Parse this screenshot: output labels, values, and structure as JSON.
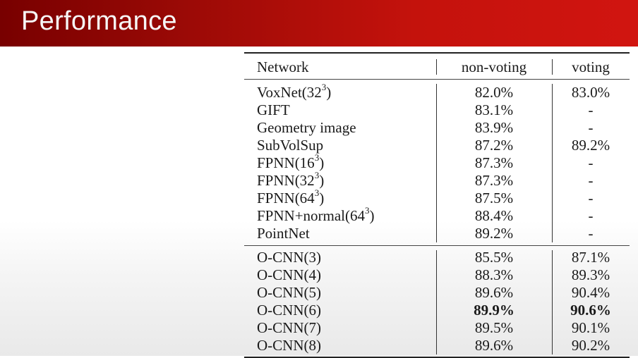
{
  "slide": {
    "title": "Performance"
  },
  "table": {
    "headers": {
      "network": "Network",
      "non_voting": "non-voting",
      "voting": "voting"
    },
    "group1": [
      {
        "network": "VoxNet(32",
        "sup": "3",
        "tail": ")",
        "non_voting": "82.0%",
        "voting": "83.0%"
      },
      {
        "network": "GIFT",
        "non_voting": "83.1%",
        "voting": "-"
      },
      {
        "network": "Geometry image",
        "non_voting": "83.9%",
        "voting": "-"
      },
      {
        "network": "SubVolSup",
        "non_voting": "87.2%",
        "voting": "89.2%"
      },
      {
        "network": "FPNN(16",
        "sup": "3",
        "tail": ")",
        "non_voting": "87.3%",
        "voting": "-"
      },
      {
        "network": "FPNN(32",
        "sup": "3",
        "tail": ")",
        "non_voting": "87.3%",
        "voting": "-"
      },
      {
        "network": "FPNN(64",
        "sup": "3",
        "tail": ")",
        "non_voting": "87.5%",
        "voting": "-"
      },
      {
        "network": "FPNN+normal(64",
        "sup": "3",
        "tail": ")",
        "non_voting": "88.4%",
        "voting": "-"
      },
      {
        "network": "PointNet",
        "non_voting": "89.2%",
        "voting": "-"
      }
    ],
    "group2": [
      {
        "network": "O-CNN(3)",
        "non_voting": "85.5%",
        "voting": "87.1%"
      },
      {
        "network": "O-CNN(4)",
        "non_voting": "88.3%",
        "voting": "89.3%"
      },
      {
        "network": "O-CNN(5)",
        "non_voting": "89.6%",
        "voting": "90.4%"
      },
      {
        "network": "O-CNN(6)",
        "non_voting": "89.9%",
        "voting": "90.6%",
        "best": true
      },
      {
        "network": "O-CNN(7)",
        "non_voting": "89.5%",
        "voting": "90.1%"
      },
      {
        "network": "O-CNN(8)",
        "non_voting": "89.6%",
        "voting": "90.2%"
      }
    ]
  },
  "colors": {
    "banner_dark": "#780000",
    "banner_light": "#d11510",
    "title_text": "#f6f6f6"
  }
}
